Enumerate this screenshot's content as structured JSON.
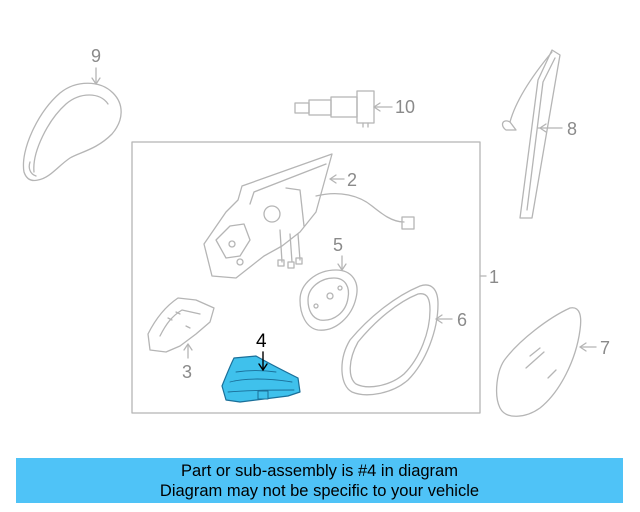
{
  "callouts": {
    "p1": "1",
    "p2": "2",
    "p3": "3",
    "p4": "4",
    "p5": "5",
    "p6": "6",
    "p7": "7",
    "p8": "8",
    "p9": "9",
    "p10": "10"
  },
  "banner": {
    "line1": "Part or sub-assembly is #4 in diagram",
    "line2": "Diagram may not be specific to your vehicle"
  },
  "colors": {
    "highlight_fill": "#3fc1ec",
    "highlight_stroke": "#1a6f99",
    "line_art": "#b5b5b5",
    "banner_bg": "#4fc3f7"
  },
  "icons": {
    "p9": "mirror-cover-icon",
    "p10": "connector-plug-icon",
    "p8": "mirror-trim-strip-icon",
    "p2": "mirror-housing-frame-icon",
    "p5": "mirror-motor-icon",
    "p3": "lower-cover-icon",
    "p4": "turn-signal-lamp-icon",
    "p6": "mirror-glass-frame-icon",
    "p7": "mirror-glass-icon"
  }
}
